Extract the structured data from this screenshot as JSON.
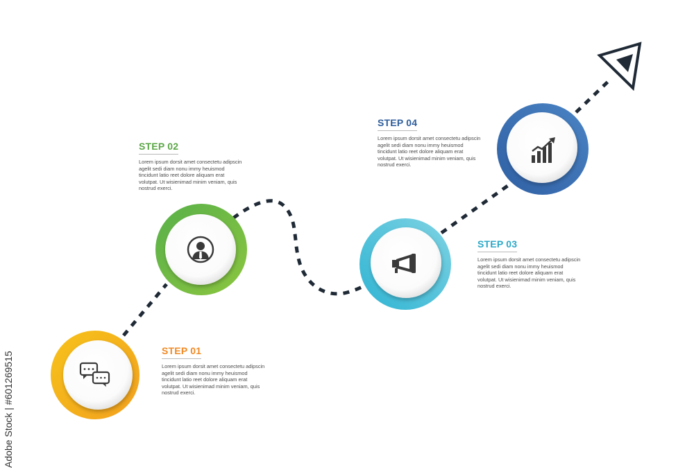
{
  "steps": [
    {
      "title": "STEP 01",
      "body": "Lorem ipsum dorsit amet consectetu adipscin agelit sedi diam nonu immy heuismod tincidunt latio reet dolore aliquam erat volutpat. Ut wisienimad minim veniam, quis nostrud exerci.",
      "color": "#f08a24",
      "ring_gradient": [
        "#f6c21a",
        "#f3a11e"
      ],
      "icon": "speech-bubbles-icon"
    },
    {
      "title": "STEP 02",
      "body": "Lorem ipsum dorsit amet consectetu adipscin agelit sedi diam nonu immy heuismod tincidunt latio reet dolore aliquam erat volutpat. Ut wisienimad minim veniam, quis nostrud exerci.",
      "color": "#5aa646",
      "ring_gradient": [
        "#58b04a",
        "#8cc63f"
      ],
      "icon": "businessman-icon"
    },
    {
      "title": "STEP 03",
      "body": "Lorem ipsum dorsit amet consectetu adipscin agelit sedi diam nonu immy heuismod tincidunt latio reet dolore aliquam erat volutpat. Ut wisienimad minim veniam, quis nostrud exerci.",
      "color": "#2aa8c8",
      "ring_gradient": [
        "#2fb4d3",
        "#7fd3e3"
      ],
      "icon": "megaphone-icon"
    },
    {
      "title": "STEP 04",
      "body": "Lorem ipsum dorsit amet consectetu adipscin agelit sedi diam nonu immy heuismod tincidunt latio reet dolore aliquam erat volutpat. Ut wisienimad minim veniam, quis nostrud exerci.",
      "color": "#2d5d9c",
      "ring_gradient": [
        "#2f5fa4",
        "#4a84c4"
      ],
      "icon": "growth-chart-icon"
    }
  ],
  "path_color": "#1f2a36",
  "arrow_icon": "paper-plane-arrow-icon",
  "watermark": "Adobe Stock | #601269515"
}
